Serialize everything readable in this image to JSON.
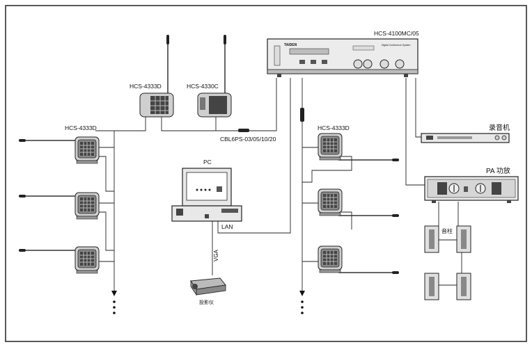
{
  "labels": {
    "controller": "HCS-4100MC/05",
    "controller_brand": "TAIDEN",
    "controller_subtitle": "Digital Conference System",
    "chairman_left": "HCS-4333D",
    "chairman_right": "HCS-4330C",
    "left_chain": "HCS-4333D",
    "right_chain": "HCS-4333D",
    "cable": "CBL6PS-03/05/10/20",
    "pc": "PC",
    "lan": "LAN",
    "vga": "VGA",
    "projector": "投影仪",
    "recorder": "录音机",
    "amplifier": "PA 功放",
    "speaker": "音柱"
  },
  "colors": {
    "line": "#222222",
    "device_fill": "#e8e8e8",
    "device_dark": "#555555"
  },
  "icons": {
    "continuation": "down-arrow-icon",
    "ellipsis": "vertical-dots-icon"
  }
}
